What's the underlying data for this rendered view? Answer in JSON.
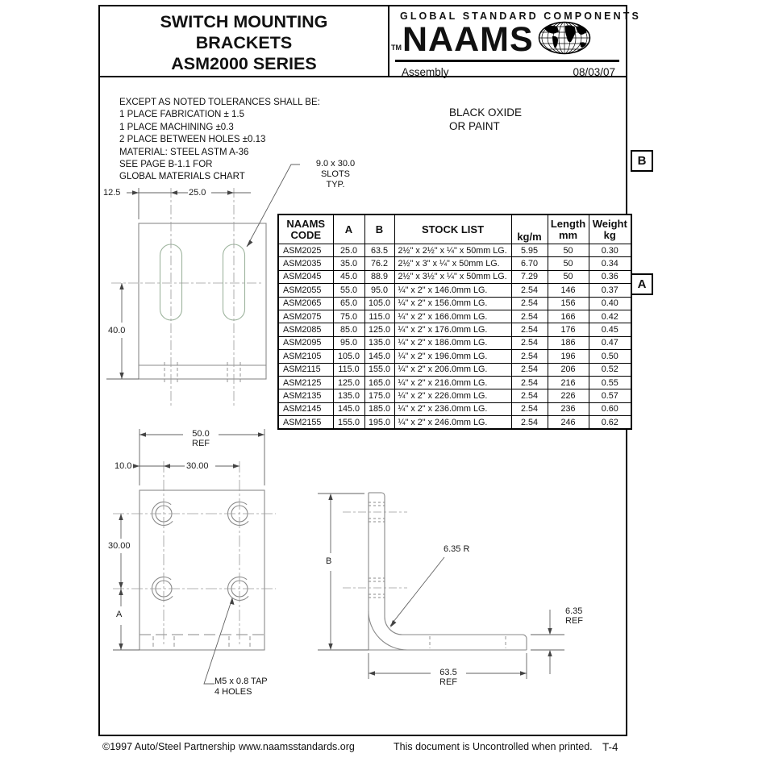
{
  "header": {
    "title_lines": [
      "SWITCH MOUNTING",
      "BRACKETS",
      "ASM2000 SERIES"
    ],
    "brand": {
      "tagline": "GLOBAL STANDARD COMPONENTS",
      "tm": "TM",
      "name": "NAAMS",
      "globe_icon": "globe-icon"
    },
    "subtitle": "Assembly",
    "date": "08/03/07"
  },
  "notes": {
    "lines": [
      "EXCEPT AS NOTED TOLERANCES SHALL BE:",
      "1 PLACE FABRICATION ± 1.5",
      "1 PLACE MACHINING ±0.3",
      "2 PLACE BETWEEN HOLES ±0.13",
      "MATERIAL: STEEL ASTM A-36",
      "SEE PAGE B-1.1 FOR",
      "GLOBAL MATERIALS CHART"
    ]
  },
  "finish": {
    "lines": [
      "BLACK OXIDE",
      "OR PAINT"
    ]
  },
  "zones": {
    "b": "B",
    "a": "A"
  },
  "callouts": {
    "slots": [
      "9.0 x 30.0 SLOTS",
      "TYP."
    ],
    "tap": [
      "M5 x 0.8 TAP",
      "4 HOLES"
    ]
  },
  "dims": {
    "front": {
      "d1": "12.5",
      "d2": "25.0",
      "d3": "40.0"
    },
    "plan": {
      "w": "50.0",
      "w_ref": "REF",
      "d1": "10.0",
      "d2": "30.00",
      "d3": "30.00",
      "d4": "A"
    },
    "side": {
      "b": "B",
      "r": "6.35 R",
      "t": "6.35",
      "t_ref": "REF",
      "w": "63.5",
      "w_ref": "REF"
    }
  },
  "table": {
    "headers": [
      [
        "NAAMS",
        "CODE"
      ],
      [
        "A"
      ],
      [
        "B"
      ],
      [
        "STOCK LIST"
      ],
      [
        "kg/m"
      ],
      [
        "Length",
        "mm"
      ],
      [
        "Weight",
        "kg"
      ]
    ],
    "rows": [
      [
        "ASM2025",
        "25.0",
        "63.5",
        "2½\" x 2½\" x ¼\" x 50mm LG.",
        "5.95",
        "50",
        "0.30"
      ],
      [
        "ASM2035",
        "35.0",
        "76.2",
        "2½\" x 3\" x ¼\" x 50mm LG.",
        "6.70",
        "50",
        "0.34"
      ],
      [
        "ASM2045",
        "45.0",
        "88.9",
        "2½\" x 3½\" x ¼\" x 50mm LG.",
        "7.29",
        "50",
        "0.36"
      ],
      [
        "ASM2055",
        "55.0",
        "95.0",
        "¼\" x 2\" x 146.0mm LG.",
        "2.54",
        "146",
        "0.37"
      ],
      [
        "ASM2065",
        "65.0",
        "105.0",
        "¼\" x 2\" x 156.0mm LG.",
        "2.54",
        "156",
        "0.40"
      ],
      [
        "ASM2075",
        "75.0",
        "115.0",
        "¼\" x 2\" x 166.0mm LG.",
        "2.54",
        "166",
        "0.42"
      ],
      [
        "ASM2085",
        "85.0",
        "125.0",
        "¼\" x 2\" x 176.0mm LG.",
        "2.54",
        "176",
        "0.45"
      ],
      [
        "ASM2095",
        "95.0",
        "135.0",
        "¼\" x 2\" x 186.0mm LG.",
        "2.54",
        "186",
        "0.47"
      ],
      [
        "ASM2105",
        "105.0",
        "145.0",
        "¼\" x 2\" x 196.0mm LG.",
        "2.54",
        "196",
        "0.50"
      ],
      [
        "ASM2115",
        "115.0",
        "155.0",
        "¼\" x 2\" x 206.0mm LG.",
        "2.54",
        "206",
        "0.52"
      ],
      [
        "ASM2125",
        "125.0",
        "165.0",
        "¼\" x 2\" x 216.0mm LG.",
        "2.54",
        "216",
        "0.55"
      ],
      [
        "ASM2135",
        "135.0",
        "175.0",
        "¼\" x 2\" x 226.0mm LG.",
        "2.54",
        "226",
        "0.57"
      ],
      [
        "ASM2145",
        "145.0",
        "185.0",
        "¼\" x 2\" x 236.0mm LG.",
        "2.54",
        "236",
        "0.60"
      ],
      [
        "ASM2155",
        "155.0",
        "195.0",
        "¼\" x 2\" x 246.0mm LG.",
        "2.54",
        "246",
        "0.62"
      ]
    ]
  },
  "footer": {
    "copyright": "©1997 Auto/Steel Partnership",
    "url": "www.naamsstandards.org",
    "notice": "This document is Uncontrolled when printed.",
    "page": "T-4"
  },
  "colors": {
    "line_gray": "#8a8a8a",
    "slot_green": "#9eb49e",
    "dim_gray": "#606060",
    "text": "#111111"
  }
}
